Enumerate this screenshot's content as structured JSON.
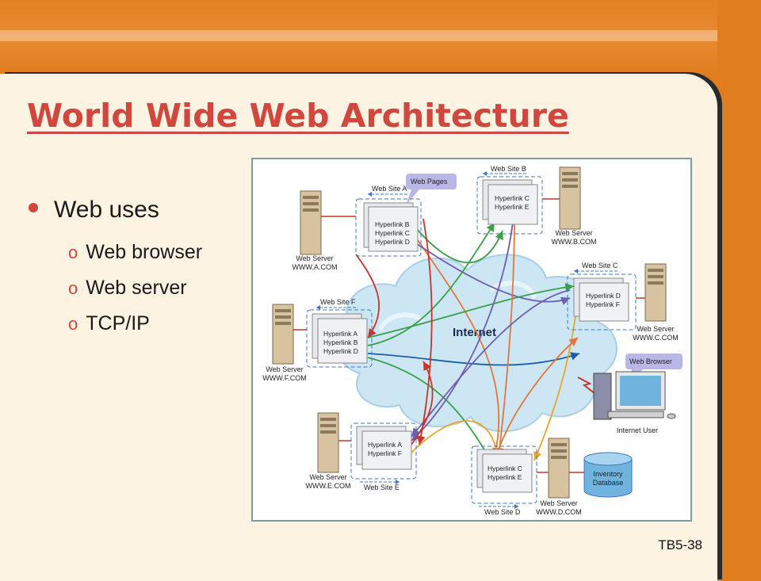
{
  "slide": {
    "title": "World Wide Web Architecture",
    "bullet": "Web uses",
    "subitems": [
      "Web browser",
      "Web server",
      "TCP/IP"
    ],
    "sub_marker": "o",
    "footer": "TB5-38"
  },
  "diagram": {
    "center_label": "Internet",
    "callouts": {
      "web_pages": "Web Pages",
      "web_browser": "Web Browser"
    },
    "sites": [
      {
        "id": "A",
        "site_label": "Web Site A",
        "server_label": "Web Server",
        "domain": "WWW.A.COM",
        "links": [
          "Hyperlink B",
          "Hyperlink C",
          "Hyperlink D"
        ]
      },
      {
        "id": "B",
        "site_label": "Web Site B",
        "server_label": "Web Server",
        "domain": "WWW.B.COM",
        "links": [
          "Hyperlink C",
          "Hyperlink E"
        ]
      },
      {
        "id": "C",
        "site_label": "Web Site C",
        "server_label": "Web Server",
        "domain": "WWW.C.COM",
        "links": [
          "Hyperlink D",
          "Hyperlink F"
        ]
      },
      {
        "id": "F",
        "site_label": "Web Site F",
        "server_label": "Web Server",
        "domain": "WWW.F.COM",
        "links": [
          "Hyperlink A",
          "Hyperlink B",
          "Hyperlink D"
        ]
      },
      {
        "id": "E",
        "site_label": "Web Site E",
        "server_label": "Web Server",
        "domain": "WWW.E.COM",
        "links": [
          "Hyperlink A",
          "Hyperlink F"
        ]
      },
      {
        "id": "D",
        "site_label": "Web Site D",
        "server_label": "Web Server",
        "domain": "WWW.D.COM",
        "links": [
          "Hyperlink C",
          "Hyperlink E"
        ]
      }
    ],
    "user_label": "Internet User",
    "database_label": [
      "Inventory",
      "Database"
    ],
    "colors": {
      "cloud": "#cde6f4",
      "green": "#3aa04a",
      "orange": "#e3763a",
      "purple": "#6f5fb3",
      "blue": "#1c5fa8",
      "red": "#c8352b",
      "yellow": "#e8a626",
      "accent": "#d2473d"
    }
  }
}
